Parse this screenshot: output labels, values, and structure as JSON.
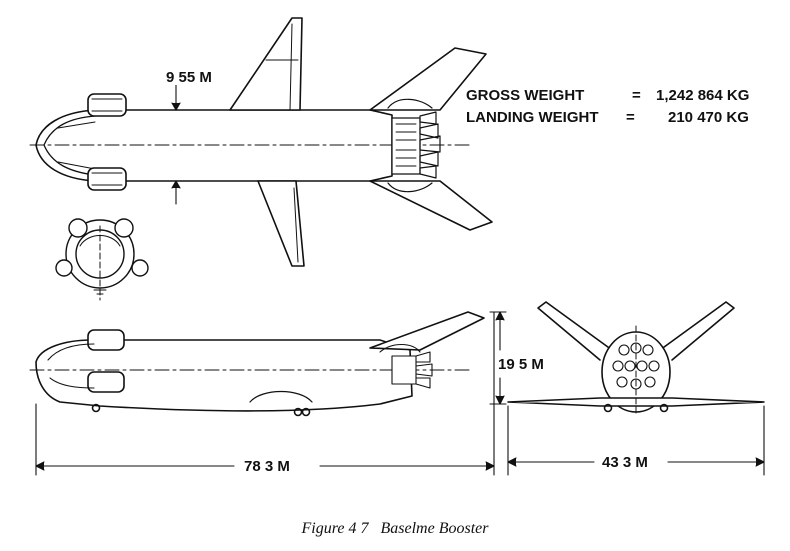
{
  "dimensions": {
    "fuselage_width": "9 55 M",
    "height": "19 5 M",
    "length": "78 3 M",
    "span": "43 3 M"
  },
  "specs": [
    {
      "label": "GROSS WEIGHT",
      "eq": "=",
      "value": "1,242 864 KG"
    },
    {
      "label": "LANDING WEIGHT",
      "eq": "=",
      "value": "210 470 KG"
    }
  ],
  "caption": "Figure 4 7   Baselme Booster"
}
